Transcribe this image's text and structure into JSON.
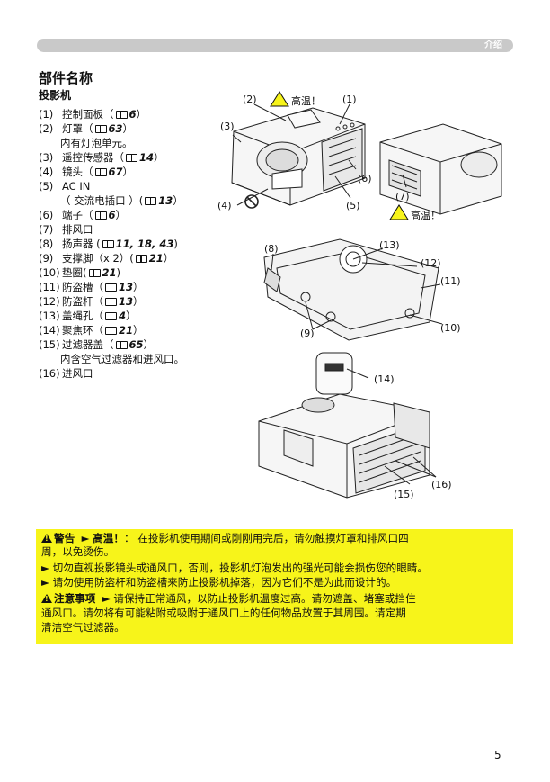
{
  "header": {
    "section": "介绍"
  },
  "title": "部件名称",
  "subtitle": "投影机",
  "parts": [
    {
      "num": "(1)",
      "name": "控制面板（",
      "ref": "6",
      "tail": "）"
    },
    {
      "num": "(2)",
      "name": "灯罩（",
      "ref": "63",
      "tail": "）"
    },
    {
      "sub": "内有灯泡单元。"
    },
    {
      "num": "(3)",
      "name": "遥控传感器（",
      "ref": "14",
      "tail": "）"
    },
    {
      "num": "(4)",
      "name": "镜头（",
      "ref": "67",
      "tail": "）"
    },
    {
      "num": "(5)",
      "name": "AC IN"
    },
    {
      "sub": "（ 交流电插口 ）(",
      "ref": "13",
      "tail": "）"
    },
    {
      "num": "(6)",
      "name": "端子（",
      "ref": "6",
      "tail": "）"
    },
    {
      "num": "(7)",
      "name": "排风口"
    },
    {
      "num": "(8)",
      "name": "扬声器 (",
      "ref": "11, 18, 43",
      "tail": ")"
    },
    {
      "num": "(9)",
      "name": "支撑脚（x 2）(",
      "ref": "21",
      "tail": "）"
    },
    {
      "num": "(10)",
      "name": "垫圈(",
      "ref": "21",
      "tail": ")"
    },
    {
      "num": "(11)",
      "name": "防盗槽（",
      "ref": "13",
      "tail": "）"
    },
    {
      "num": "(12)",
      "name": "防盗杆（",
      "ref": "13",
      "tail": "）"
    },
    {
      "num": "(13)",
      "name": "盖绳孔（",
      "ref": "4",
      "tail": "）"
    },
    {
      "num": "(14)",
      "name": "聚焦环（",
      "ref": "21",
      "tail": "）"
    },
    {
      "num": "(15)",
      "name": "过滤器盖（",
      "ref": "65",
      "tail": "）"
    },
    {
      "sub": "内含空气过滤器和进风口。"
    },
    {
      "num": "(16)",
      "name": "进风口"
    }
  ],
  "figure": {
    "hot_label_1": "高温！",
    "hot_label_2": "高温！",
    "callouts": {
      "c1": "(1)",
      "c2": "(2)",
      "c3": "(3)",
      "c4": "(4)",
      "c5": "(5)",
      "c6": "(6)",
      "c7": "(7)",
      "c8": "(8)",
      "c9": "(9)",
      "c10": "(10)",
      "c11": "(11)",
      "c12": "(12)",
      "c13": "(13)",
      "c14": "(14)",
      "c15": "(15)",
      "c16": "(16)"
    }
  },
  "warning": {
    "warn_label": "警告",
    "hot_label": "高温！",
    "line1_rest": "：  在投影机使用期间或刚刚用完后，请勿触摸灯罩和排风口四",
    "line2": "周，以免烫伤。",
    "line3": "► 切勿直视投影镜头或通风口，否则，投影机灯泡发出的强光可能会损伤您的眼睛。",
    "line4": "► 请勿使用防盗杆和防盗槽来防止投影机掉落，因为它们不是为此而设计的。",
    "caution_label": "注意事项",
    "line5_rest": "► 请保持正常通风，以防止投影机温度过高。请勿遮盖、堵塞或挡住",
    "line6": "通风口。请勿将有可能粘附或吸附于通风口上的任何物品放置于其周围。请定期",
    "line7": "清洁空气过滤器。"
  },
  "page_number": "5"
}
